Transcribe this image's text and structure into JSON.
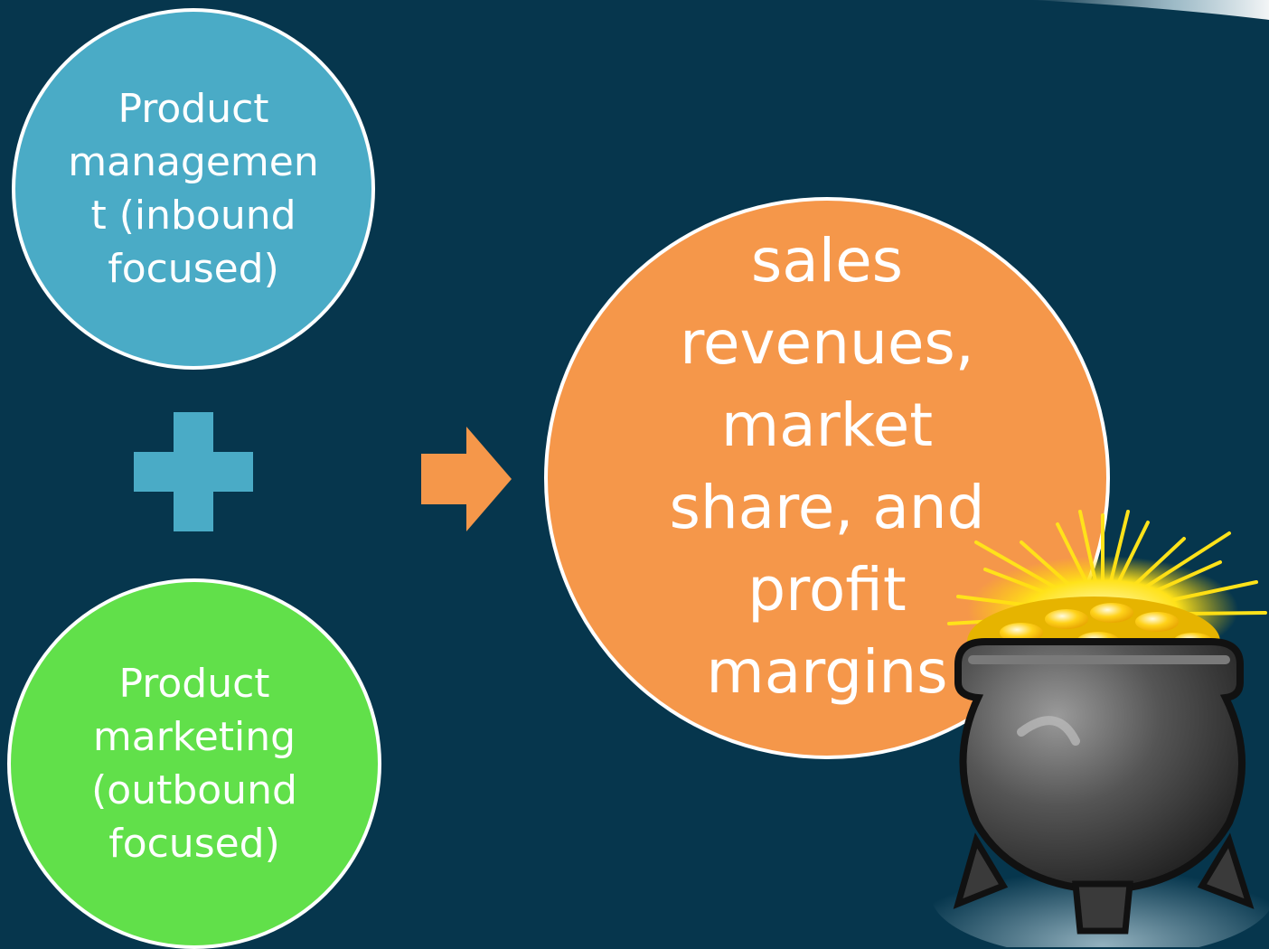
{
  "diagram": {
    "input_top": {
      "label": "Product\nmanagemen\nt (inbound\nfocused)",
      "fill": "#4aabc6"
    },
    "operator_icon": "plus-icon",
    "input_bottom": {
      "label": "Product\nmarketing\n(outbound\nfocused)",
      "fill": "#61e04a"
    },
    "arrow_icon": "right-arrow-icon",
    "output": {
      "label": "sales\nrevenues,\nmarket\nshare, and\nprofit\nmargins",
      "fill": "#f5974a"
    },
    "illustration": "pot-of-gold-icon"
  },
  "colors": {
    "background": "#06364d",
    "plus": "#4aabc6",
    "arrow": "#f5974a",
    "circle_border": "#ffffff"
  }
}
